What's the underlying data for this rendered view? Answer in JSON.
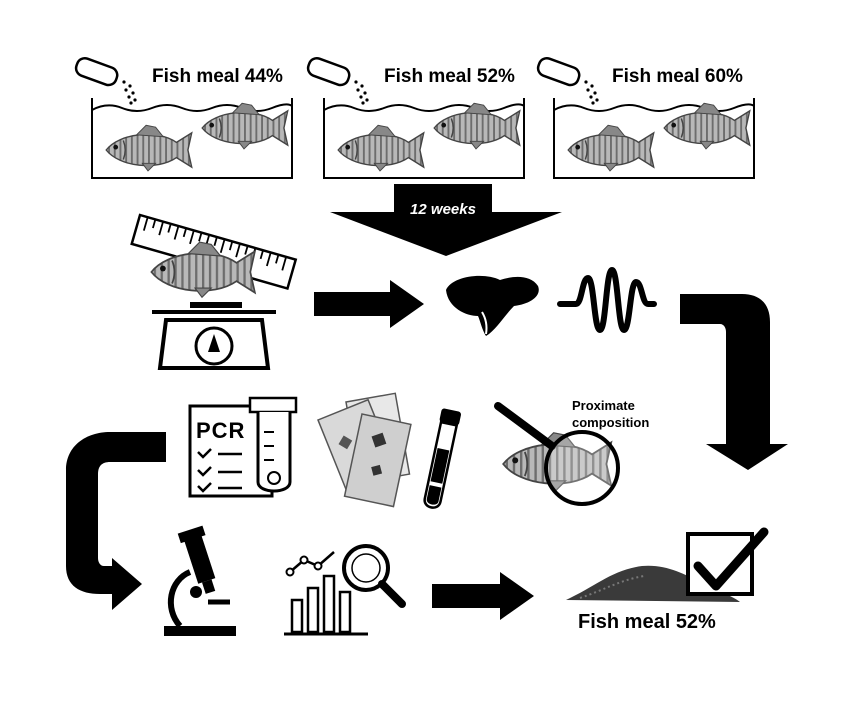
{
  "tanks": [
    {
      "label": "Fish meal 44%"
    },
    {
      "label": "Fish meal 52%"
    },
    {
      "label": "Fish meal 60%"
    }
  ],
  "duration_label": "12 weeks",
  "measurement_icons": [
    "ruler-icon",
    "fish-icon",
    "scale-icon"
  ],
  "organ_icons": [
    "liver-icon",
    "intestine-icon"
  ],
  "analysis_icons": [
    "pcr-checklist-icon",
    "histology-slides-icon",
    "blood-tube-icon",
    "magnifier-fish-icon"
  ],
  "proximate_label_line1": "Proximate",
  "proximate_label_line2": "composition",
  "pcr_text": "PCR",
  "final_icons": [
    "microscope-icon",
    "data-analysis-icon",
    "feed-pile-icon",
    "checkbox-icon"
  ],
  "result_label": "Fish meal 52%",
  "colors": {
    "ink": "#000000",
    "background": "#ffffff",
    "fish_gray": "#9a9a9a"
  }
}
